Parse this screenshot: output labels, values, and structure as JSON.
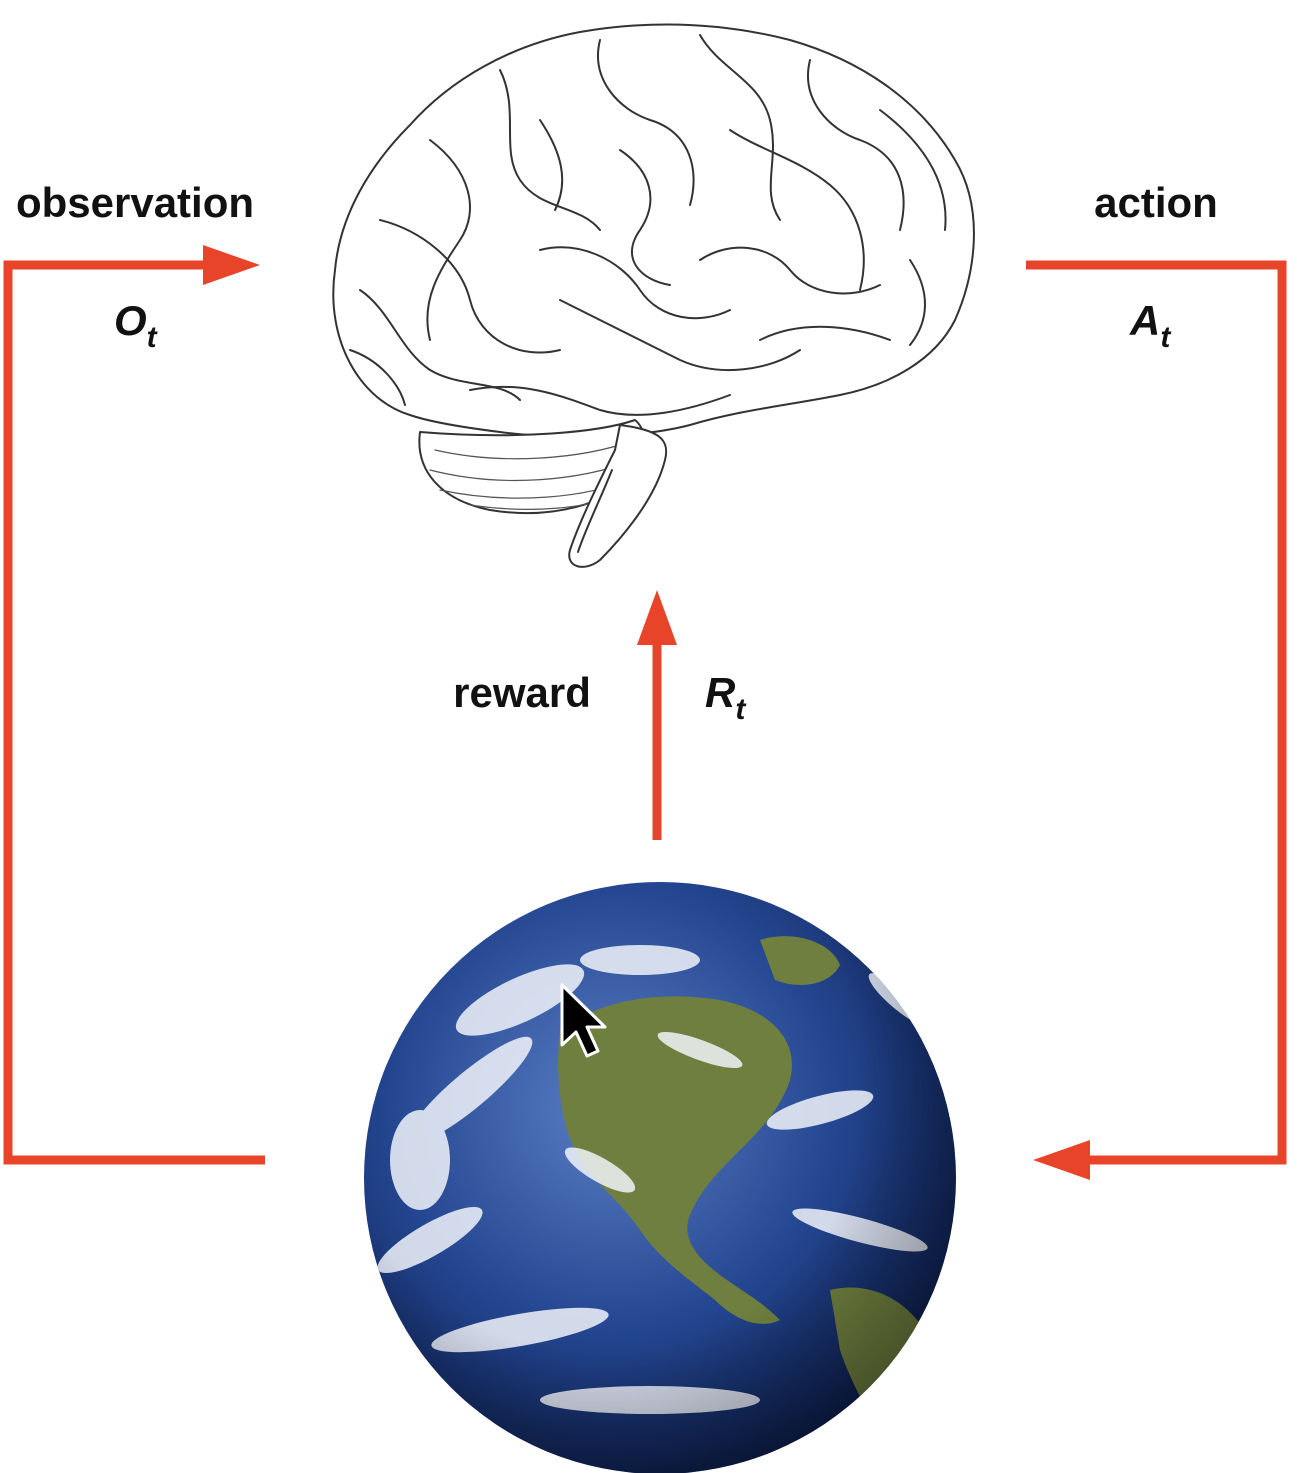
{
  "labels": {
    "observation": "observation",
    "observation_symbol": "O",
    "observation_subscript": "t",
    "action": "action",
    "action_symbol": "A",
    "action_subscript": "t",
    "reward": "reward",
    "reward_symbol": "R",
    "reward_subscript": "t"
  },
  "icons": {
    "agent": "brain-icon",
    "environment": "earth-globe-icon",
    "pointer": "mouse-cursor-icon"
  },
  "colors": {
    "arrow": "#E8442A",
    "text": "#111111",
    "ocean": "#1f3f8f",
    "land": "#6f7f3f",
    "cloud": "#f2f5fb"
  }
}
